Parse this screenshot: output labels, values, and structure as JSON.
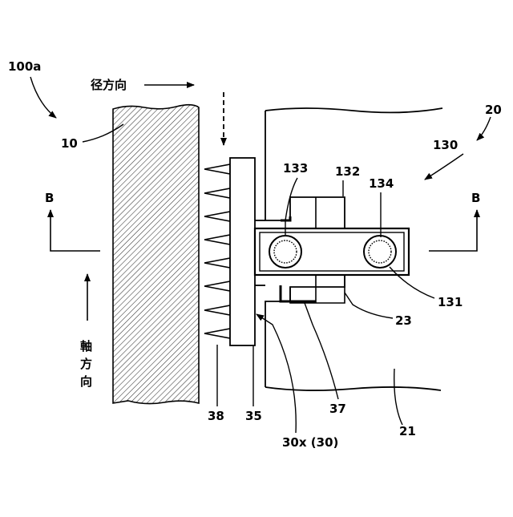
{
  "labels": {
    "l100a": "100a",
    "l20": "20",
    "l10": "10",
    "l130": "130",
    "l133": "133",
    "l132": "132",
    "l134": "134",
    "lB_left": "B",
    "lB_right": "B",
    "l131": "131",
    "l23": "23",
    "l38": "38",
    "l35": "35",
    "l37": "37",
    "l21": "21",
    "l30x": "30x (30)"
  },
  "directions": {
    "radial": "径方向",
    "axial": [
      "軸",
      "方",
      "向"
    ]
  }
}
